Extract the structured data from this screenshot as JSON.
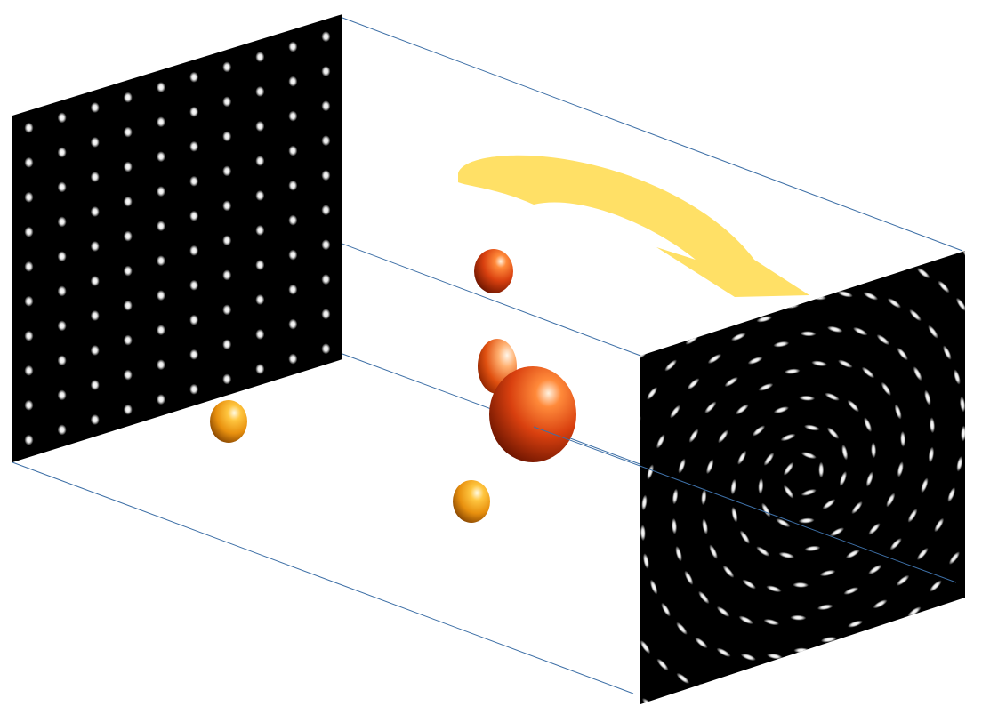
{
  "diagram": {
    "colors": {
      "background": "#ffffff",
      "screen": "#000000",
      "spot": "#ffffff",
      "frame_line": "#3d6fa6",
      "arrow": "#ffe066",
      "sphere_red": "#d9400f",
      "sphere_orange": "#e8900e"
    },
    "left_screen": {
      "pattern": "square-lattice",
      "columns": 10,
      "rows": 10
    },
    "right_screen": {
      "pattern": "concentric-rings-twisted"
    },
    "arrow": {
      "icon": "curved-rotation-arrow",
      "direction": "left-to-right"
    },
    "spheres": [
      {
        "icon": "red-sphere",
        "size": "small"
      },
      {
        "icon": "red-sphere",
        "size": "small"
      },
      {
        "icon": "red-sphere",
        "size": "large"
      },
      {
        "icon": "orange-sphere",
        "size": "small"
      },
      {
        "icon": "orange-sphere",
        "size": "small"
      }
    ]
  }
}
